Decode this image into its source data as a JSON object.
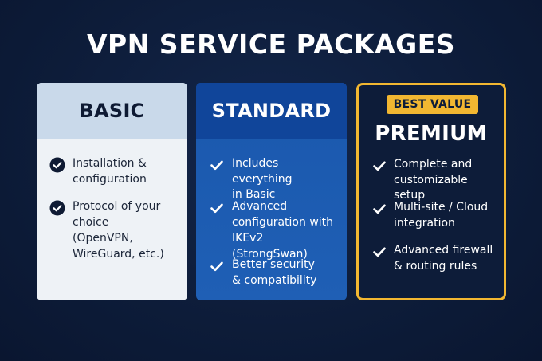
{
  "title": "VPN SERVICE PACKAGES",
  "colors": {
    "background": "#0d1c39",
    "basic_header": "#c9d9ea",
    "basic_body": "#eef2f6",
    "standard_header": "#10459a",
    "standard_body": "#1f5fb5",
    "premium_border": "#f2b731",
    "badge": "#f2b731"
  },
  "packages": [
    {
      "name": "BASIC",
      "features": [
        {
          "icon": "check-circle-icon",
          "text": "Installation &\nconfiguration"
        },
        {
          "icon": "check-circle-icon",
          "text": "Protocol of your\nchoice",
          "note": "(OpenVPN,\nWireGuard, etc.)"
        }
      ]
    },
    {
      "name": "STANDARD",
      "features": [
        {
          "icon": "check-icon",
          "text": "Includes everything\nin Basic"
        },
        {
          "icon": "check-icon",
          "text": "Advanced\nconfiguration with",
          "note": "IKEv2 (StrongSwan)"
        },
        {
          "icon": "check-icon",
          "text": "Better security\n& compatibility"
        }
      ]
    },
    {
      "name": "PREMIUM",
      "badge": "BEST VALUE",
      "features": [
        {
          "icon": "check-icon",
          "text": "Complete and\ncustomizable setup"
        },
        {
          "icon": "check-icon",
          "text": "Multi-site / Cloud\nintegration"
        },
        {
          "icon": "check-icon",
          "text": "Advanced firewall\n& routing rules"
        }
      ]
    }
  ]
}
